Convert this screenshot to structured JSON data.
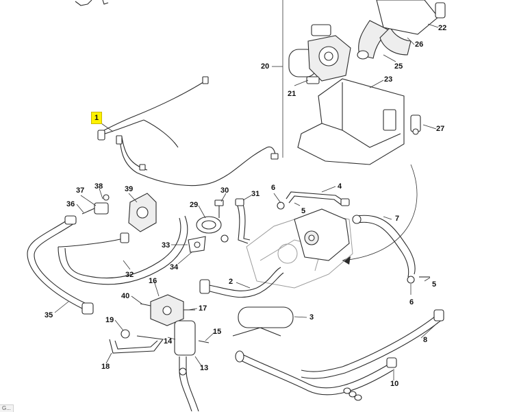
{
  "diagram": {
    "callouts": [
      {
        "label": "1",
        "highlighted": true,
        "highlight_color": "#fff200"
      },
      {
        "label": "2"
      },
      {
        "label": "3"
      },
      {
        "label": "4"
      },
      {
        "label": "5"
      },
      {
        "label": "5"
      },
      {
        "label": "6"
      },
      {
        "label": "6"
      },
      {
        "label": "7"
      },
      {
        "label": "8"
      },
      {
        "label": "10"
      },
      {
        "label": "13"
      },
      {
        "label": "14"
      },
      {
        "label": "15"
      },
      {
        "label": "16"
      },
      {
        "label": "17"
      },
      {
        "label": "18"
      },
      {
        "label": "19"
      },
      {
        "label": "20"
      },
      {
        "label": "21"
      },
      {
        "label": "22"
      },
      {
        "label": "23"
      },
      {
        "label": "25"
      },
      {
        "label": "26"
      },
      {
        "label": "27"
      },
      {
        "label": "29"
      },
      {
        "label": "30"
      },
      {
        "label": "31"
      },
      {
        "label": "32"
      },
      {
        "label": "33"
      },
      {
        "label": "34"
      },
      {
        "label": "35"
      },
      {
        "label": "36"
      },
      {
        "label": "37"
      },
      {
        "label": "38"
      },
      {
        "label": "39"
      },
      {
        "label": "40"
      }
    ]
  },
  "corner_label": "G..."
}
